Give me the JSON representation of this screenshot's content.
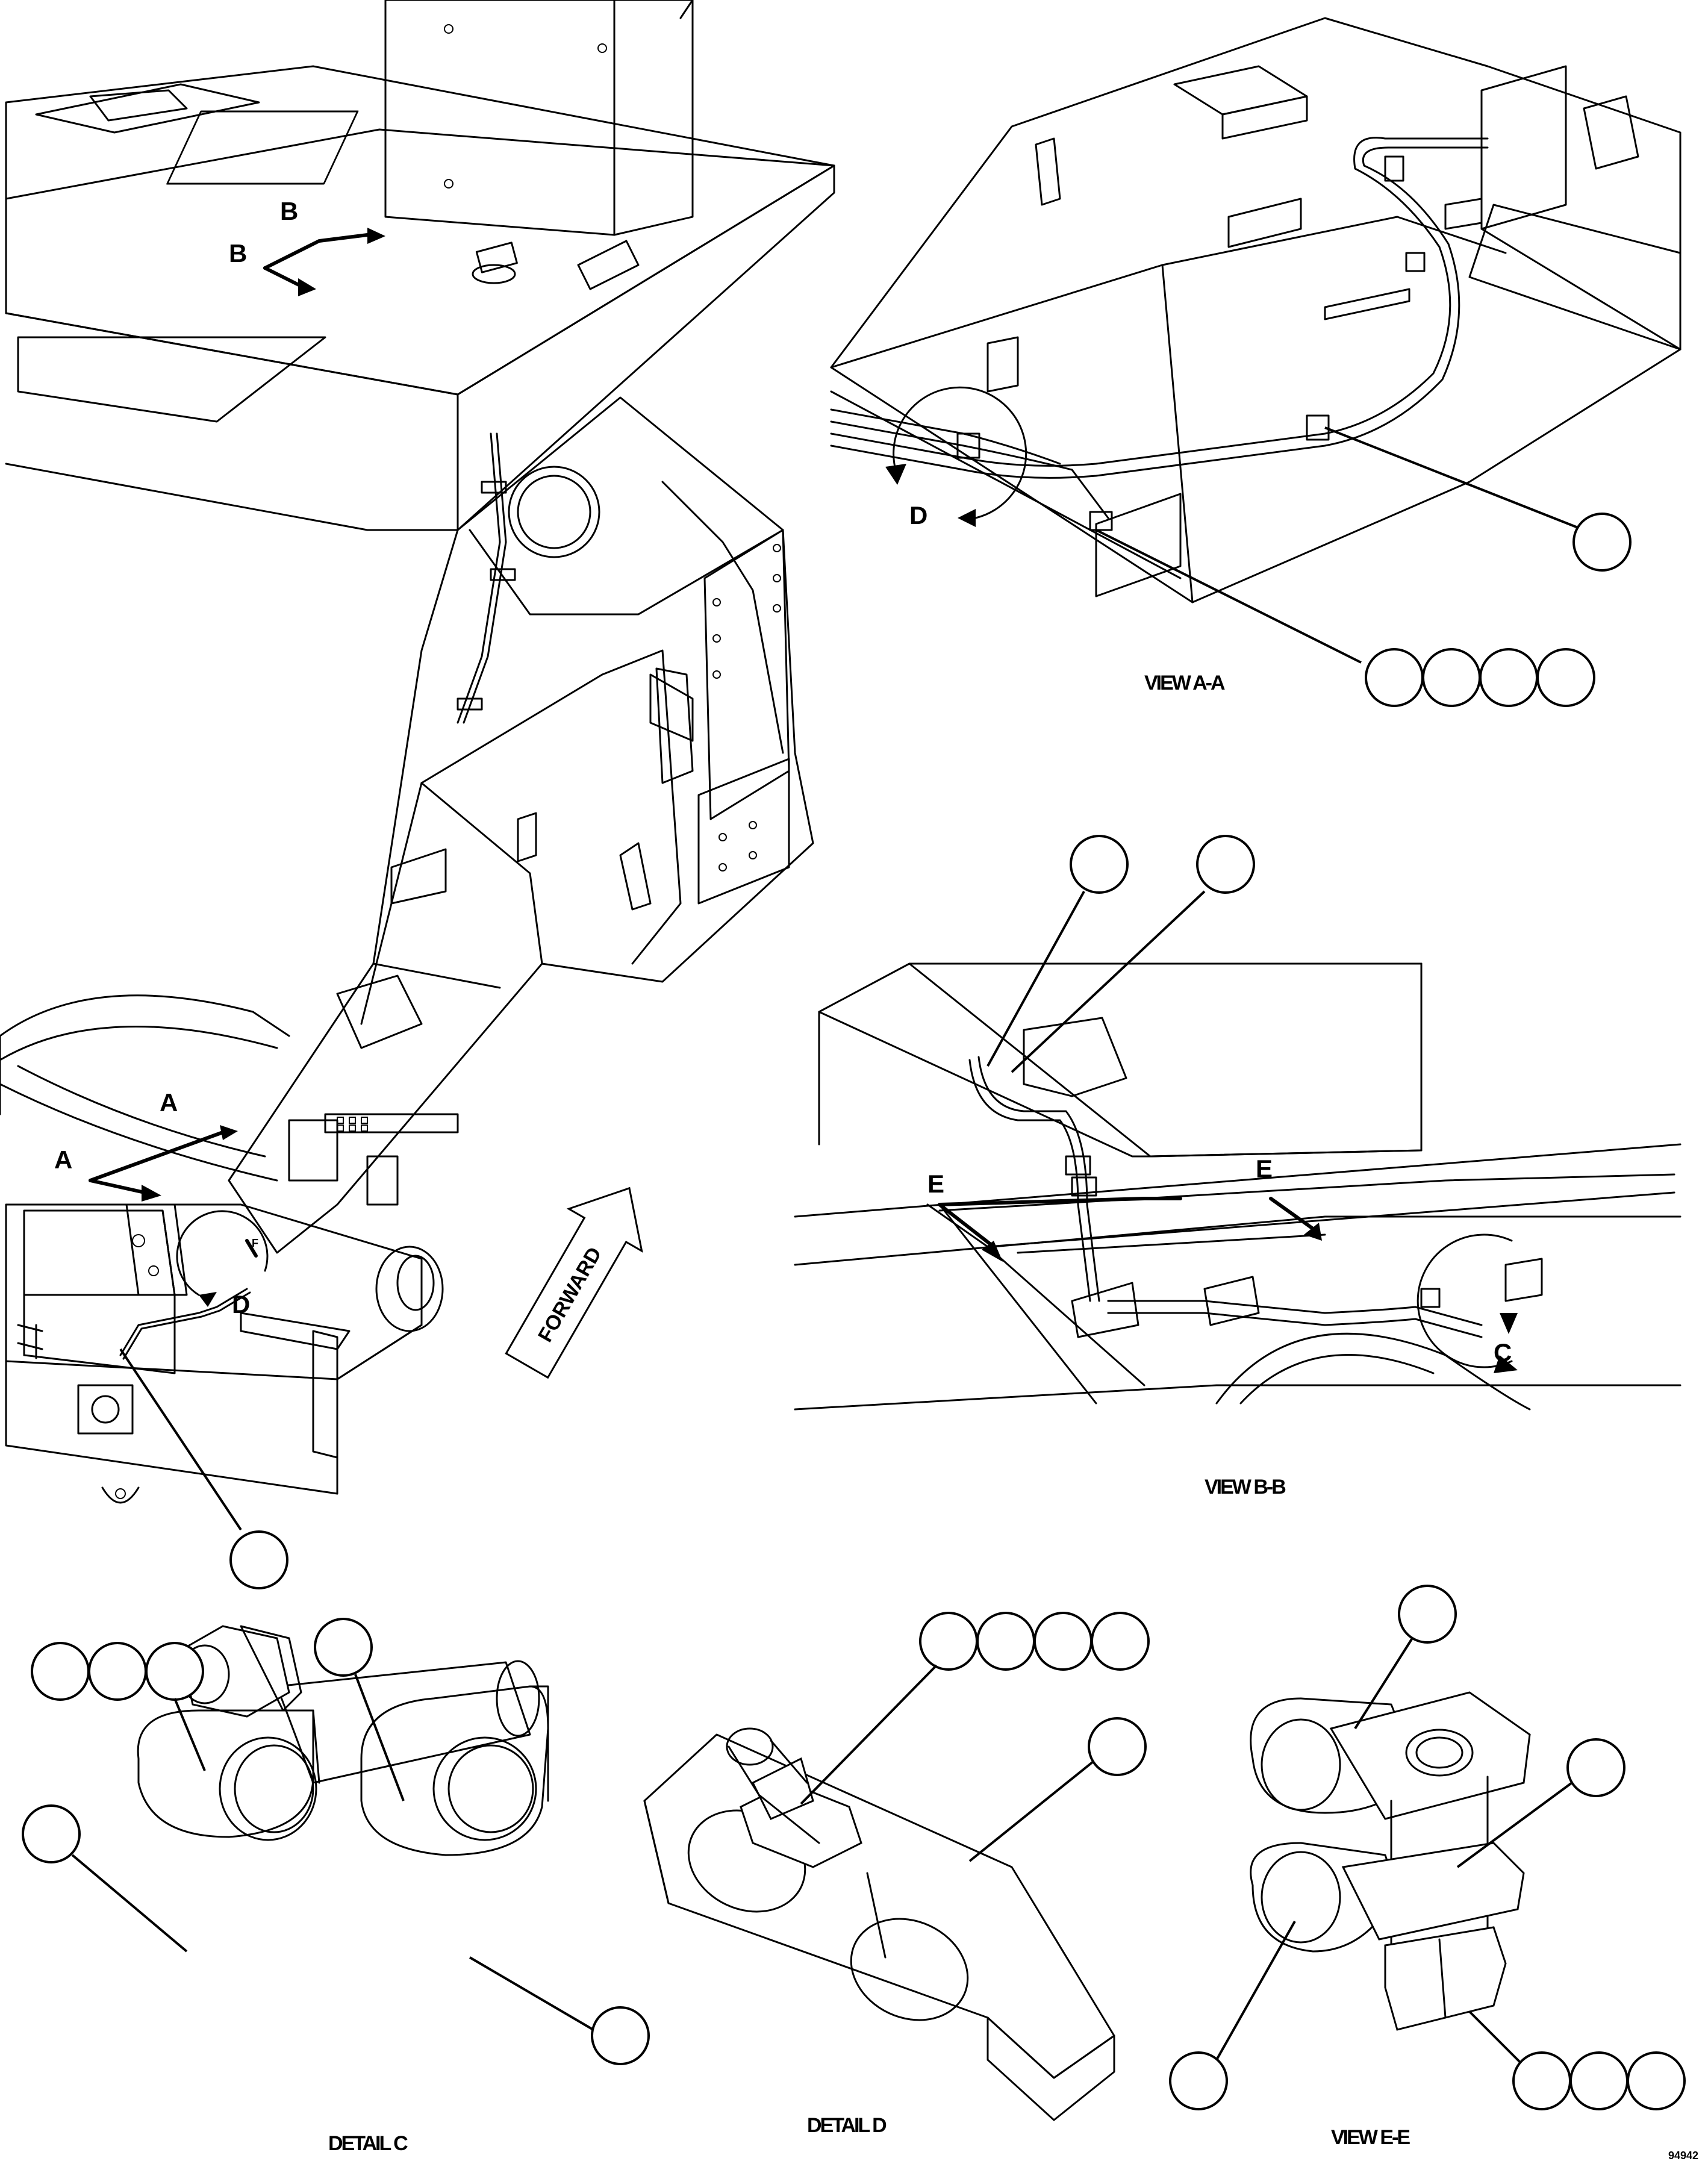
{
  "views": {
    "main_letters": {
      "A": "A",
      "B": "B",
      "D": "D",
      "F": "F"
    },
    "forward_label": "FORWARD",
    "view_aa": {
      "caption": "VIEW A-A",
      "letter_d": "D"
    },
    "view_bb": {
      "caption": "VIEW B-B",
      "letter_e": "E",
      "letter_c": "C"
    },
    "detail_c": {
      "caption": "DETAIL C"
    },
    "detail_d": {
      "caption": "DETAIL D"
    },
    "view_ee": {
      "caption": "VIEW E-E"
    }
  },
  "drawing_number": "94942"
}
